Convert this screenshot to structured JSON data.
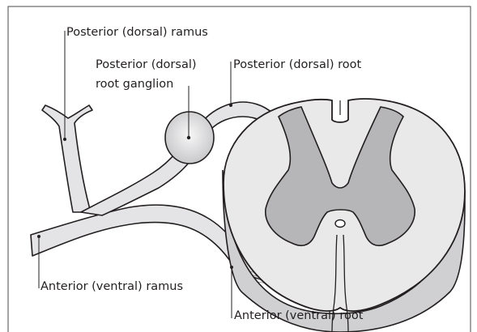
{
  "labels": {
    "posterior_ramus": "Posterior (dorsal) ramus",
    "ganglion_line1": "Posterior (dorsal)",
    "ganglion_line2": "root ganglion",
    "posterior_root": "Posterior (dorsal) root",
    "anterior_ramus": "Anterior (ventral) ramus",
    "anterior_root": "Anterior (ventral) root"
  },
  "colors": {
    "white_matter": "#e9e9ea",
    "grey_matter": "#b6b6b8",
    "side_shade": "#d0d0d2",
    "outline": "#231f20",
    "frame": "#4a4a4a"
  }
}
